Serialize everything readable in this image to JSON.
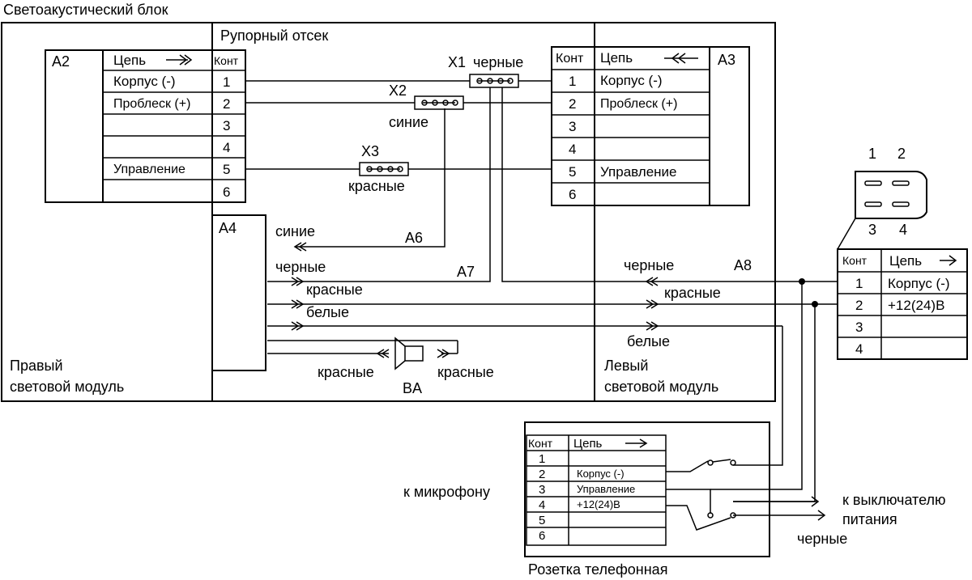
{
  "block_title": "Светоакустический блок",
  "horn_compartment_label": "Рупорный отсек",
  "right_module_label": [
    "Правый",
    "световой модуль"
  ],
  "left_module_label": [
    "Левый",
    "световой модуль"
  ],
  "module_a2": {
    "id": "A2",
    "header_circuit": "Цепь",
    "header_pin": "Конт",
    "pins": [
      "1",
      "2",
      "3",
      "4",
      "5",
      "6"
    ],
    "circuits": [
      "Корпус (-)",
      "Проблеск (+)",
      "",
      "",
      "Управление",
      ""
    ]
  },
  "module_a3": {
    "id": "A3",
    "header_pin": "Конт",
    "header_circuit": "Цепь",
    "pins": [
      "1",
      "2",
      "3",
      "4",
      "5",
      "6"
    ],
    "circuits": [
      "Корпус (-)",
      "Проблеск (+)",
      "",
      "",
      "Управление",
      ""
    ]
  },
  "module_a4": {
    "id": "A4"
  },
  "connectors": {
    "x1": {
      "id": "X1",
      "color": "черные"
    },
    "x2": {
      "id": "X2",
      "color": "синие"
    },
    "x3": {
      "id": "X3",
      "color": "красные"
    }
  },
  "harness_a6": {
    "id": "A6",
    "wire": "синие"
  },
  "harness_a7": {
    "id": "A7",
    "wires": [
      "черные",
      "красные",
      "белые"
    ]
  },
  "harness_a8": {
    "id": "A8",
    "wires": [
      "черные",
      "красные",
      "белые"
    ]
  },
  "speaker": {
    "id": "BA",
    "left_wire": "красные",
    "right_wire": "красные"
  },
  "power_connector": {
    "pin_numbers_top": [
      "1",
      "2"
    ],
    "pin_numbers_bottom": [
      "3",
      "4"
    ],
    "header_pin": "Конт",
    "header_circuit": "Цепь",
    "pins": [
      "1",
      "2",
      "3",
      "4"
    ],
    "circuits": [
      "Корпус (-)",
      "+12(24)В",
      "",
      ""
    ]
  },
  "phone_socket": {
    "label": "Розетка телефонная",
    "header_pin": "Конт",
    "header_circuit": "Цепь",
    "pins": [
      "1",
      "2",
      "3",
      "4",
      "5",
      "6"
    ],
    "circuits": [
      "",
      "Корпус (-)",
      "Управление",
      "+12(24)В",
      "",
      ""
    ]
  },
  "to_microphone": "к микрофону",
  "to_power_switch": [
    "к выключателю",
    "питания"
  ],
  "bottom_wire_color": "черные"
}
